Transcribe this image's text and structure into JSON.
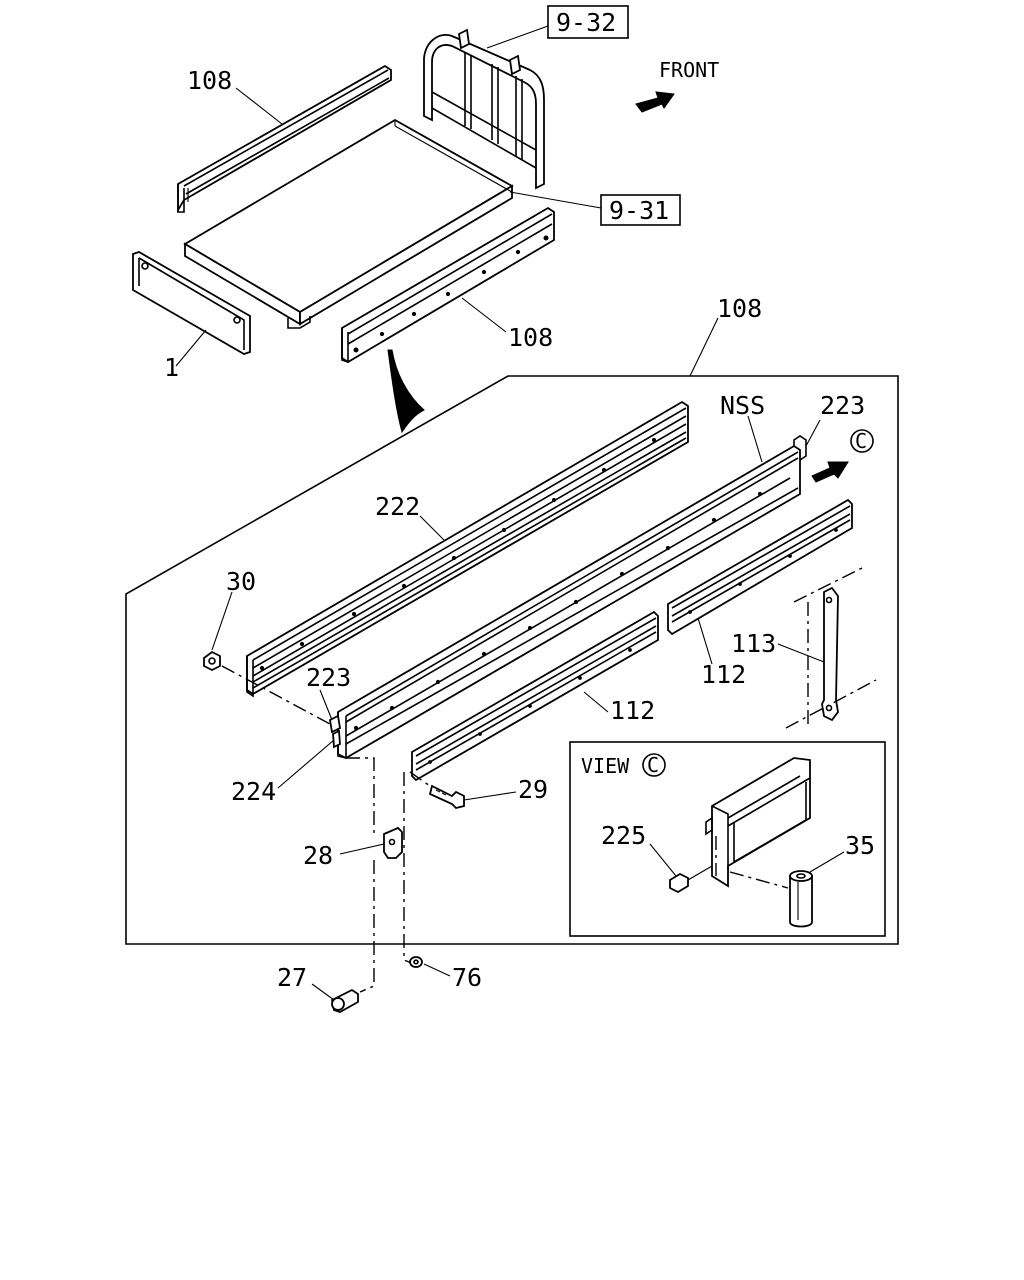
{
  "diagram": {
    "front_label": "FRONT",
    "view_label": "VIEW",
    "circle_letter": "C",
    "nss_label": "NSS",
    "ref_boxes": [
      "9-32",
      "9-31"
    ],
    "callouts": {
      "c108_a": "108",
      "c108_b": "108",
      "c108_c": "108",
      "c1": "1",
      "c222": "222",
      "c223_a": "223",
      "c223_b": "223",
      "c224": "224",
      "c30": "30",
      "c112_a": "112",
      "c112_b": "112",
      "c113": "113",
      "c29": "29",
      "c28": "28",
      "c27": "27",
      "c76": "76",
      "c225": "225",
      "c35": "35"
    }
  }
}
